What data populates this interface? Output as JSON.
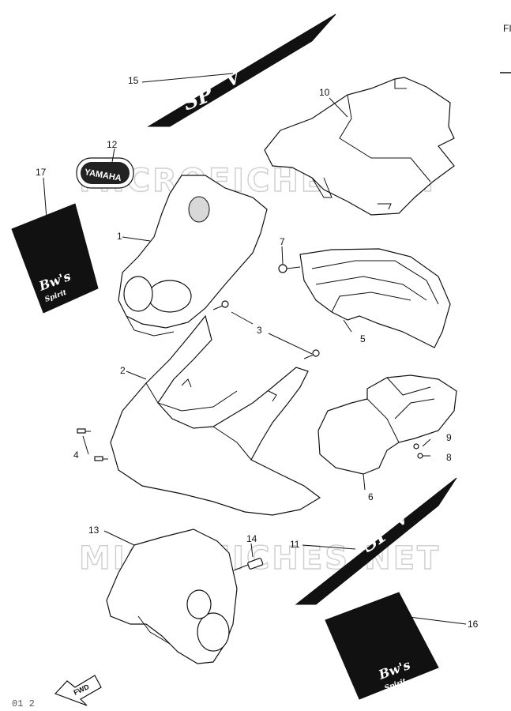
{
  "header_corner_label": "FI",
  "watermark": "MICROFICHES.NET",
  "yamaha_emblem_text": "YAMAHA",
  "sp_decal_text": "SP",
  "sp_decal_suffix": "V",
  "bws_decal_text": "Bw's",
  "bws_decal_sub": "Spirit",
  "fwd_label": "FWD",
  "page_code": "01 2",
  "callouts": {
    "c1": "1",
    "c2": "2",
    "c3": "3",
    "c4": "4",
    "c5": "5",
    "c6": "6",
    "c7": "7",
    "c8": "8",
    "c9": "9",
    "c10": "10",
    "c11": "11",
    "c12": "12",
    "c13": "13",
    "c14": "14",
    "c15": "15",
    "c16": "16",
    "c17": "17"
  }
}
